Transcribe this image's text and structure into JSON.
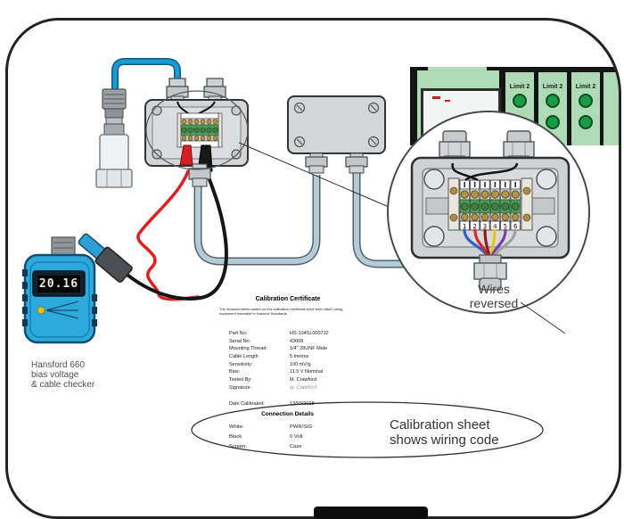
{
  "panel": {
    "modules": [
      {
        "label": "Limit 2"
      },
      {
        "label": "Limit 2"
      },
      {
        "label": "Limit 2"
      }
    ]
  },
  "meter": {
    "display_value": "20.16",
    "label_lines": [
      "Hansford 660",
      "bias voltage",
      "& cable checker"
    ]
  },
  "magnifier": {
    "caption_lines": [
      "Wires",
      "reversed"
    ]
  },
  "callout": {
    "lines": [
      "Calibration sheet",
      "shows wiring code"
    ]
  },
  "certificate": {
    "title": "Calibration Certificate",
    "subtitle_lines": [
      "The measurements stated on this calibration certificate have been taken using",
      "equipment traceable to National Standards"
    ],
    "fields": [
      {
        "label": "Part No:",
        "value": "HS-104SL000732"
      },
      {
        "label": "Serial No:",
        "value": "43008"
      },
      {
        "label": "Mounting Thread:",
        "value": "1/4\" 28UNF Male"
      },
      {
        "label": "Cable Length",
        "value": "5 metres"
      },
      {
        "label": "Sensitivity:",
        "value": "100 mV/g"
      },
      {
        "label": "Bias:",
        "value": "11.5 V Nominal"
      },
      {
        "label": "Tested By:",
        "value": "M. Crawford"
      },
      {
        "label": "Signature:",
        "value": "M. Crawford"
      }
    ],
    "date_row": {
      "label": "Date Calibrated:",
      "value": "13/03/2018"
    },
    "connection": {
      "title": "Connection Details",
      "rows": [
        {
          "label": "White:",
          "value": "PWR/SIG"
        },
        {
          "label": "Black",
          "value": "0 Volt"
        },
        {
          "label": "Screen:",
          "value": "Case"
        }
      ]
    }
  },
  "terminal_numbers": [
    "1",
    "2",
    "3",
    "4",
    "5",
    "6"
  ],
  "colors": {
    "cable_blue": "#1b9ad6",
    "cable_grey": "#b5cbd8",
    "lead_red": "#e01f1f",
    "lead_black": "#161616",
    "panel_green": "#aedbb5",
    "led_green": "#1a9a44",
    "terminal_green": "#4f9b58",
    "wire_colors": [
      "#2b5fc7",
      "#d42a2a",
      "#8f1d1d",
      "#e3c61f",
      "#7a3fa8",
      "#9aa0a6"
    ]
  }
}
